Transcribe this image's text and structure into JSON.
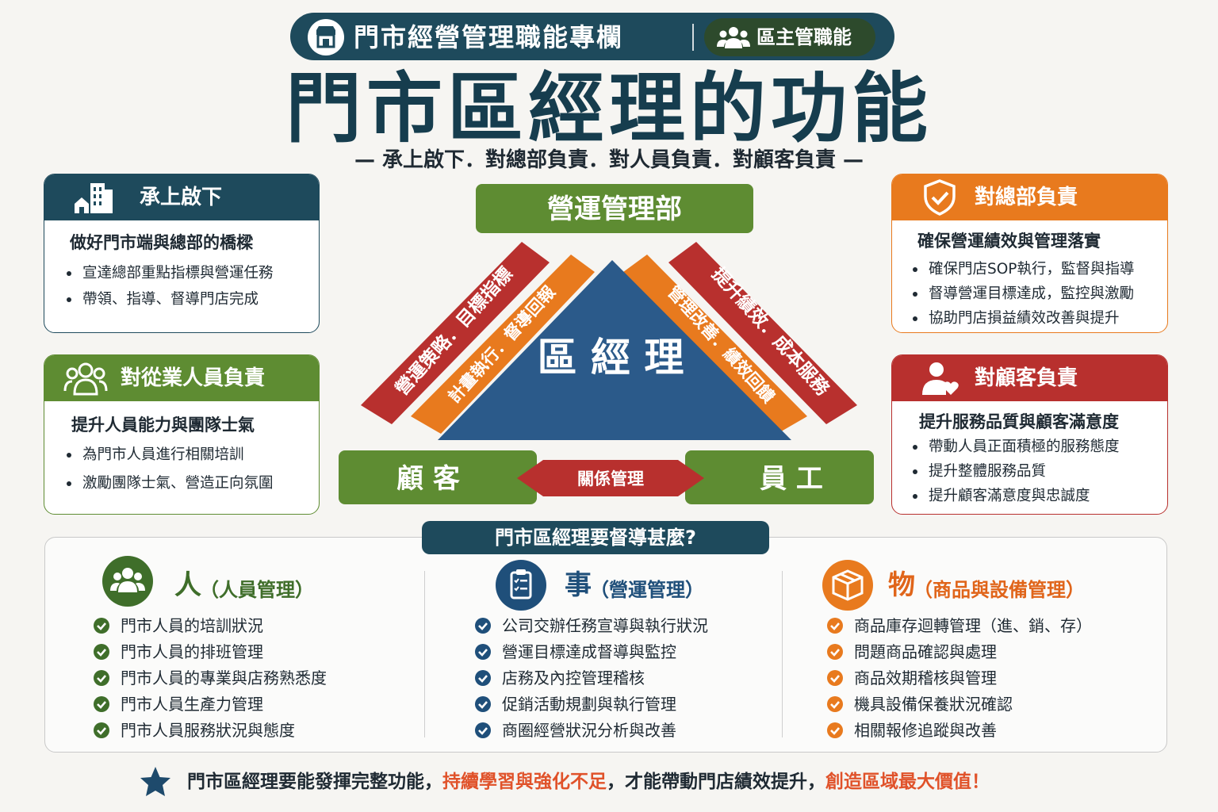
{
  "header": {
    "title": "門市經營管理職能專欄",
    "tag": "區主管職能",
    "main_title": "門市區經理的功能",
    "subtitle": "— 承上啟下．對總部負責．對人員負責．對顧客負責 —"
  },
  "colors": {
    "navy": "#1e4a5c",
    "green": "#5e8c32",
    "orange": "#e87a1e",
    "red": "#b8302e",
    "blue": "#2b5a8a"
  },
  "diagram": {
    "top_box": "營運管理部",
    "center": "區 經 理",
    "left_outer": "營運策略．目標指標",
    "left_inner": "計畫執行．督導回報",
    "right_outer": "提升績效．成本服務",
    "right_inner": "管理改善．績效回饋",
    "bottom_left": "顧 客",
    "bottom_right": "員 工",
    "bottom_middle": "關係管理"
  },
  "cards": [
    {
      "id": "upper-lower",
      "icon": "building-icon",
      "title": "承上啟下",
      "subtitle": "做好門市端與總部的橋樑",
      "bullets": [
        "宣達總部重點指標與營運任務",
        "帶領、指導、督導門店完成"
      ]
    },
    {
      "id": "staff",
      "icon": "team-icon",
      "title": "對從業人員負責",
      "subtitle": "提升人員能力與團隊士氣",
      "bullets": [
        "為門市人員進行相關培訓",
        "激勵團隊士氣、營造正向氛圍"
      ]
    },
    {
      "id": "hq",
      "icon": "shield-check-icon",
      "title": "對總部負責",
      "subtitle": "確保營運績效與管理落實",
      "bullets": [
        "確保門店SOP執行，監督與指導",
        "督導營運目標達成，監控與激勵",
        "協助門店損益績效改善與提升"
      ]
    },
    {
      "id": "customer",
      "icon": "user-heart-icon",
      "title": "對顧客負責",
      "subtitle": "提升服務品質與顧客滿意度",
      "bullets": [
        "帶動人員正面積極的服務態度",
        "提升整體服務品質",
        "提升顧客滿意度與忠誠度"
      ]
    }
  ],
  "supervise": {
    "title": "門市區經理要督導甚麼?",
    "columns": [
      {
        "icon": "people-icon",
        "main": "人",
        "sub": "（人員管理）",
        "items": [
          "門市人員的培訓狀況",
          "門市人員的排班管理",
          "門市人員的專業與店務熟悉度",
          "門市人員生產力管理",
          "門市人員服務狀況與態度"
        ]
      },
      {
        "icon": "clipboard-icon",
        "main": "事",
        "sub": "（營運管理）",
        "items": [
          "公司交辦任務宣導與執行狀況",
          "營運目標達成督導與監控",
          "店務及內控管理稽核",
          "促銷活動規劃與執行管理",
          "商圈經營狀況分析與改善"
        ]
      },
      {
        "icon": "box-icon",
        "main": "物",
        "sub": "（商品與設備管理）",
        "items": [
          "商品庫存迴轉管理（進、銷、存）",
          "問題商品確認與處理",
          "商品效期稽核與管理",
          "機具設備保養狀況確認",
          "相關報修追蹤與改善"
        ]
      }
    ]
  },
  "footer": {
    "part1": "門市區經理要能發揮完整功能，",
    "highlight1": "持續學習與強化不足",
    "part2": "，才能帶動門店績效提升，",
    "highlight2": "創造區域最大價值！"
  }
}
